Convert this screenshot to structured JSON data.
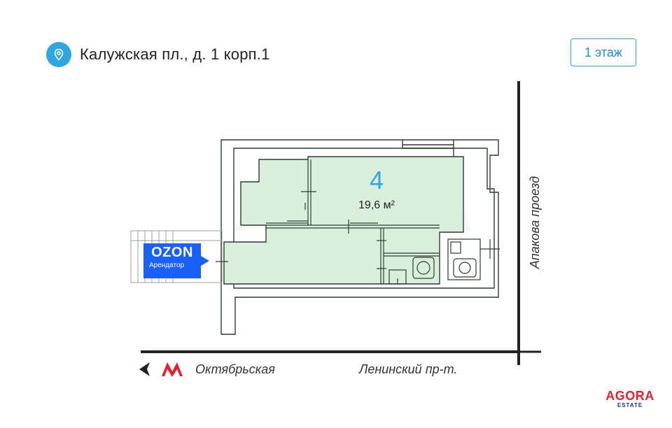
{
  "header": {
    "address": "Калужская пл., д. 1 корп.1",
    "floor_label": "1 этаж",
    "icon": "location-pin-icon"
  },
  "unit": {
    "number": "4",
    "area": "19,6 м²"
  },
  "tenant": {
    "logo": "OZON",
    "label": "Арендатор"
  },
  "streets": {
    "side": "Апакова проезд",
    "main": "Ленинский пр-т.",
    "metro": "Октябрьская"
  },
  "brand": {
    "name": "AGORA",
    "sub": "ESTATE"
  },
  "colors": {
    "accent": "#2ea7e0",
    "room_fill": "#d9eedc",
    "room_stroke": "#2d3d2f",
    "metro_red": "#e0232e",
    "ozon_blue": "#1a5fff"
  }
}
